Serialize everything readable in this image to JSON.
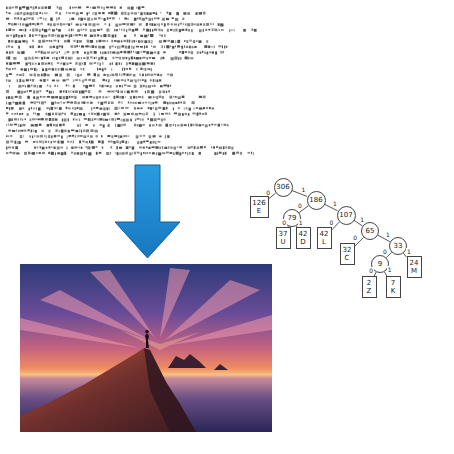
{
  "diagram": {
    "nodes": [
      {
        "text": [
          "306"
        ]
      },
      {
        "text": [
          "126",
          "E"
        ]
      },
      {
        "text": [
          "186"
        ]
      },
      {
        "text": [
          "79"
        ]
      },
      {
        "text": [
          "107"
        ]
      },
      {
        "text": [
          "37",
          "U"
        ]
      },
      {
        "text": [
          "42",
          "D"
        ]
      },
      {
        "text": [
          "42",
          "L"
        ]
      },
      {
        "text": [
          "65"
        ]
      },
      {
        "text": [
          "32",
          "C"
        ]
      },
      {
        "text": [
          "33"
        ]
      },
      {
        "text": [
          "9"
        ]
      },
      {
        "text": [
          "24",
          "M"
        ]
      },
      {
        "text": [
          "2",
          "Z"
        ]
      },
      {
        "text": [
          "7",
          "K"
        ]
      }
    ],
    "edges": [
      {
        "from": 0,
        "to": 1,
        "arrow": "none",
        "label": "0"
      },
      {
        "from": 0,
        "to": 2,
        "arrow": "none",
        "label": "1"
      },
      {
        "from": 2,
        "to": 3,
        "arrow": "none",
        "label": "0"
      },
      {
        "from": 2,
        "to": 4,
        "arrow": "none",
        "label": "1"
      },
      {
        "from": 3,
        "to": 5,
        "arrow": "none",
        "label": "0"
      },
      {
        "from": 3,
        "to": 6,
        "arrow": "none",
        "label": "1"
      },
      {
        "from": 4,
        "to": 7,
        "arrow": "none",
        "label": "0"
      },
      {
        "from": 4,
        "to": 8,
        "arrow": "none",
        "label": "1"
      },
      {
        "from": 8,
        "to": 9,
        "arrow": "none",
        "label": "0"
      },
      {
        "from": 8,
        "to": 10,
        "arrow": "none",
        "label": "1"
      },
      {
        "from": 10,
        "to": 11,
        "arrow": "none",
        "label": "0"
      },
      {
        "from": 10,
        "to": 12,
        "arrow": "none",
        "label": "1"
      },
      {
        "from": 11,
        "to": 13,
        "arrow": "none",
        "label": "0"
      },
      {
        "from": 11,
        "to": 14,
        "arrow": "none",
        "label": "1"
      }
    ]
  }
}
